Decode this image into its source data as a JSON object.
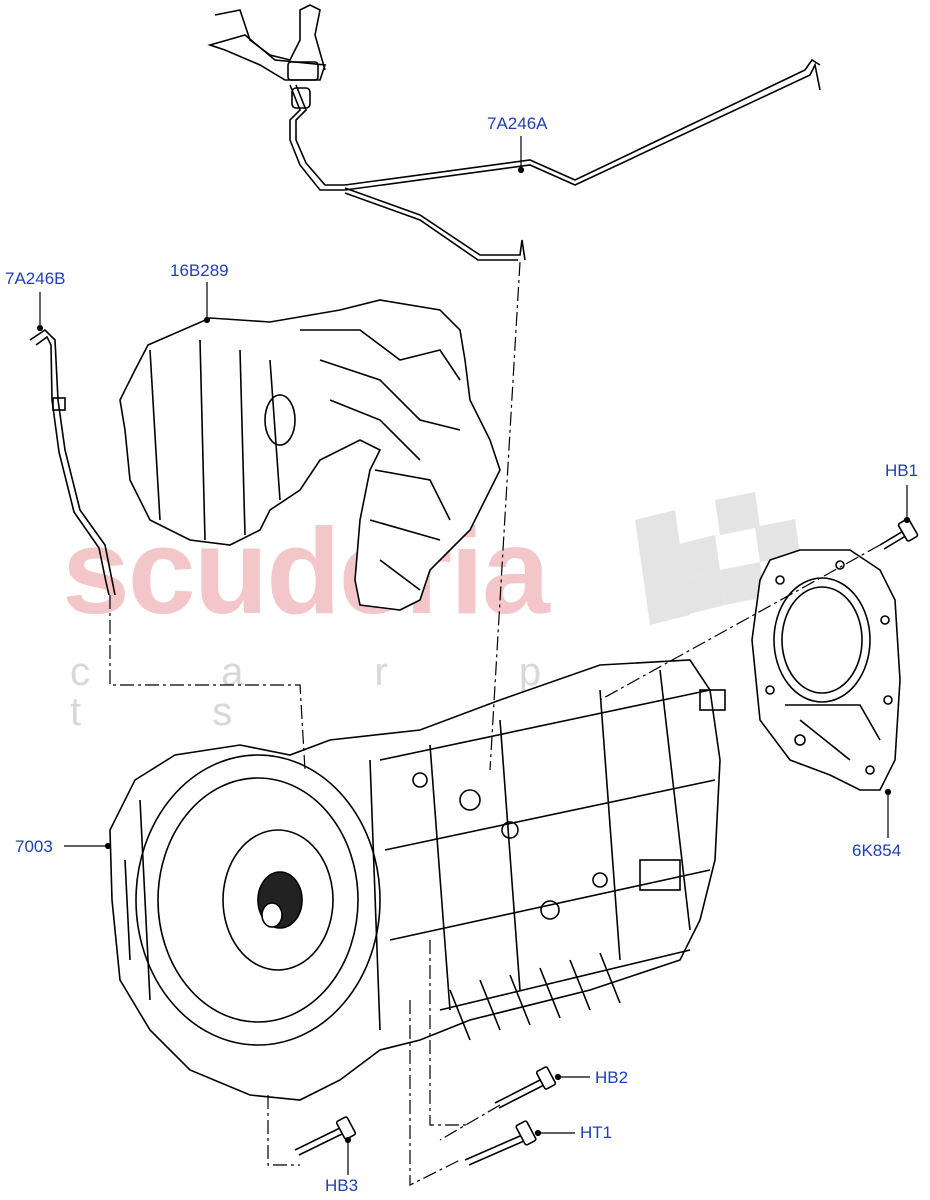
{
  "watermark": {
    "main": "scuderia",
    "sub": "c a r  p a r t s"
  },
  "callouts": {
    "c_7A246A": "7A246A",
    "c_7A246B": "7A246B",
    "c_16B289": "16B289",
    "c_HB1": "HB1",
    "c_7003": "7003",
    "c_6K854": "6K854",
    "c_HB2": "HB2",
    "c_HT1": "HT1",
    "c_HB3": "HB3"
  },
  "colors": {
    "label": "#1f3fb5",
    "line": "#000000",
    "watermark": "#f3c6c9"
  }
}
